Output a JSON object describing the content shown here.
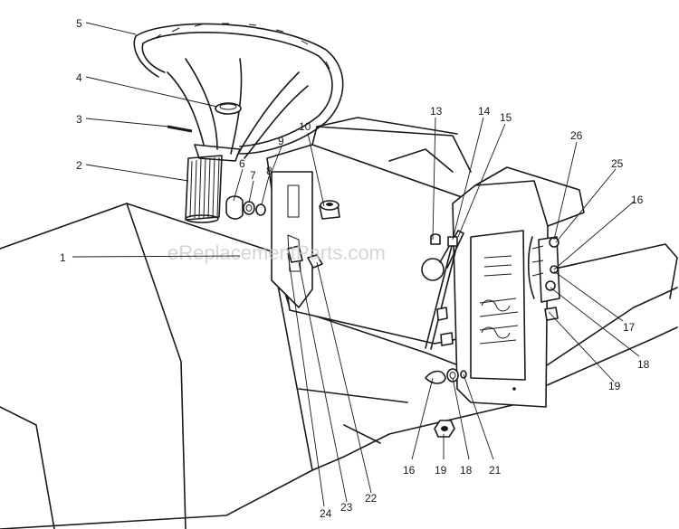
{
  "watermark": "eReplacementParts.com",
  "callouts": {
    "c1": "1",
    "c2": "2",
    "c3": "3",
    "c4": "4",
    "c5": "5",
    "c6": "6",
    "c7": "7",
    "c8": "8",
    "c9": "9",
    "c10": "10",
    "c13": "13",
    "c14": "14",
    "c15": "15",
    "c16a": "16",
    "c16b": "16",
    "c17": "17",
    "c18a": "18",
    "c18b": "18",
    "c19a": "19",
    "c19b": "19",
    "c21": "21",
    "c22": "22",
    "c23": "23",
    "c24": "24",
    "c25": "25",
    "c26": "26"
  }
}
